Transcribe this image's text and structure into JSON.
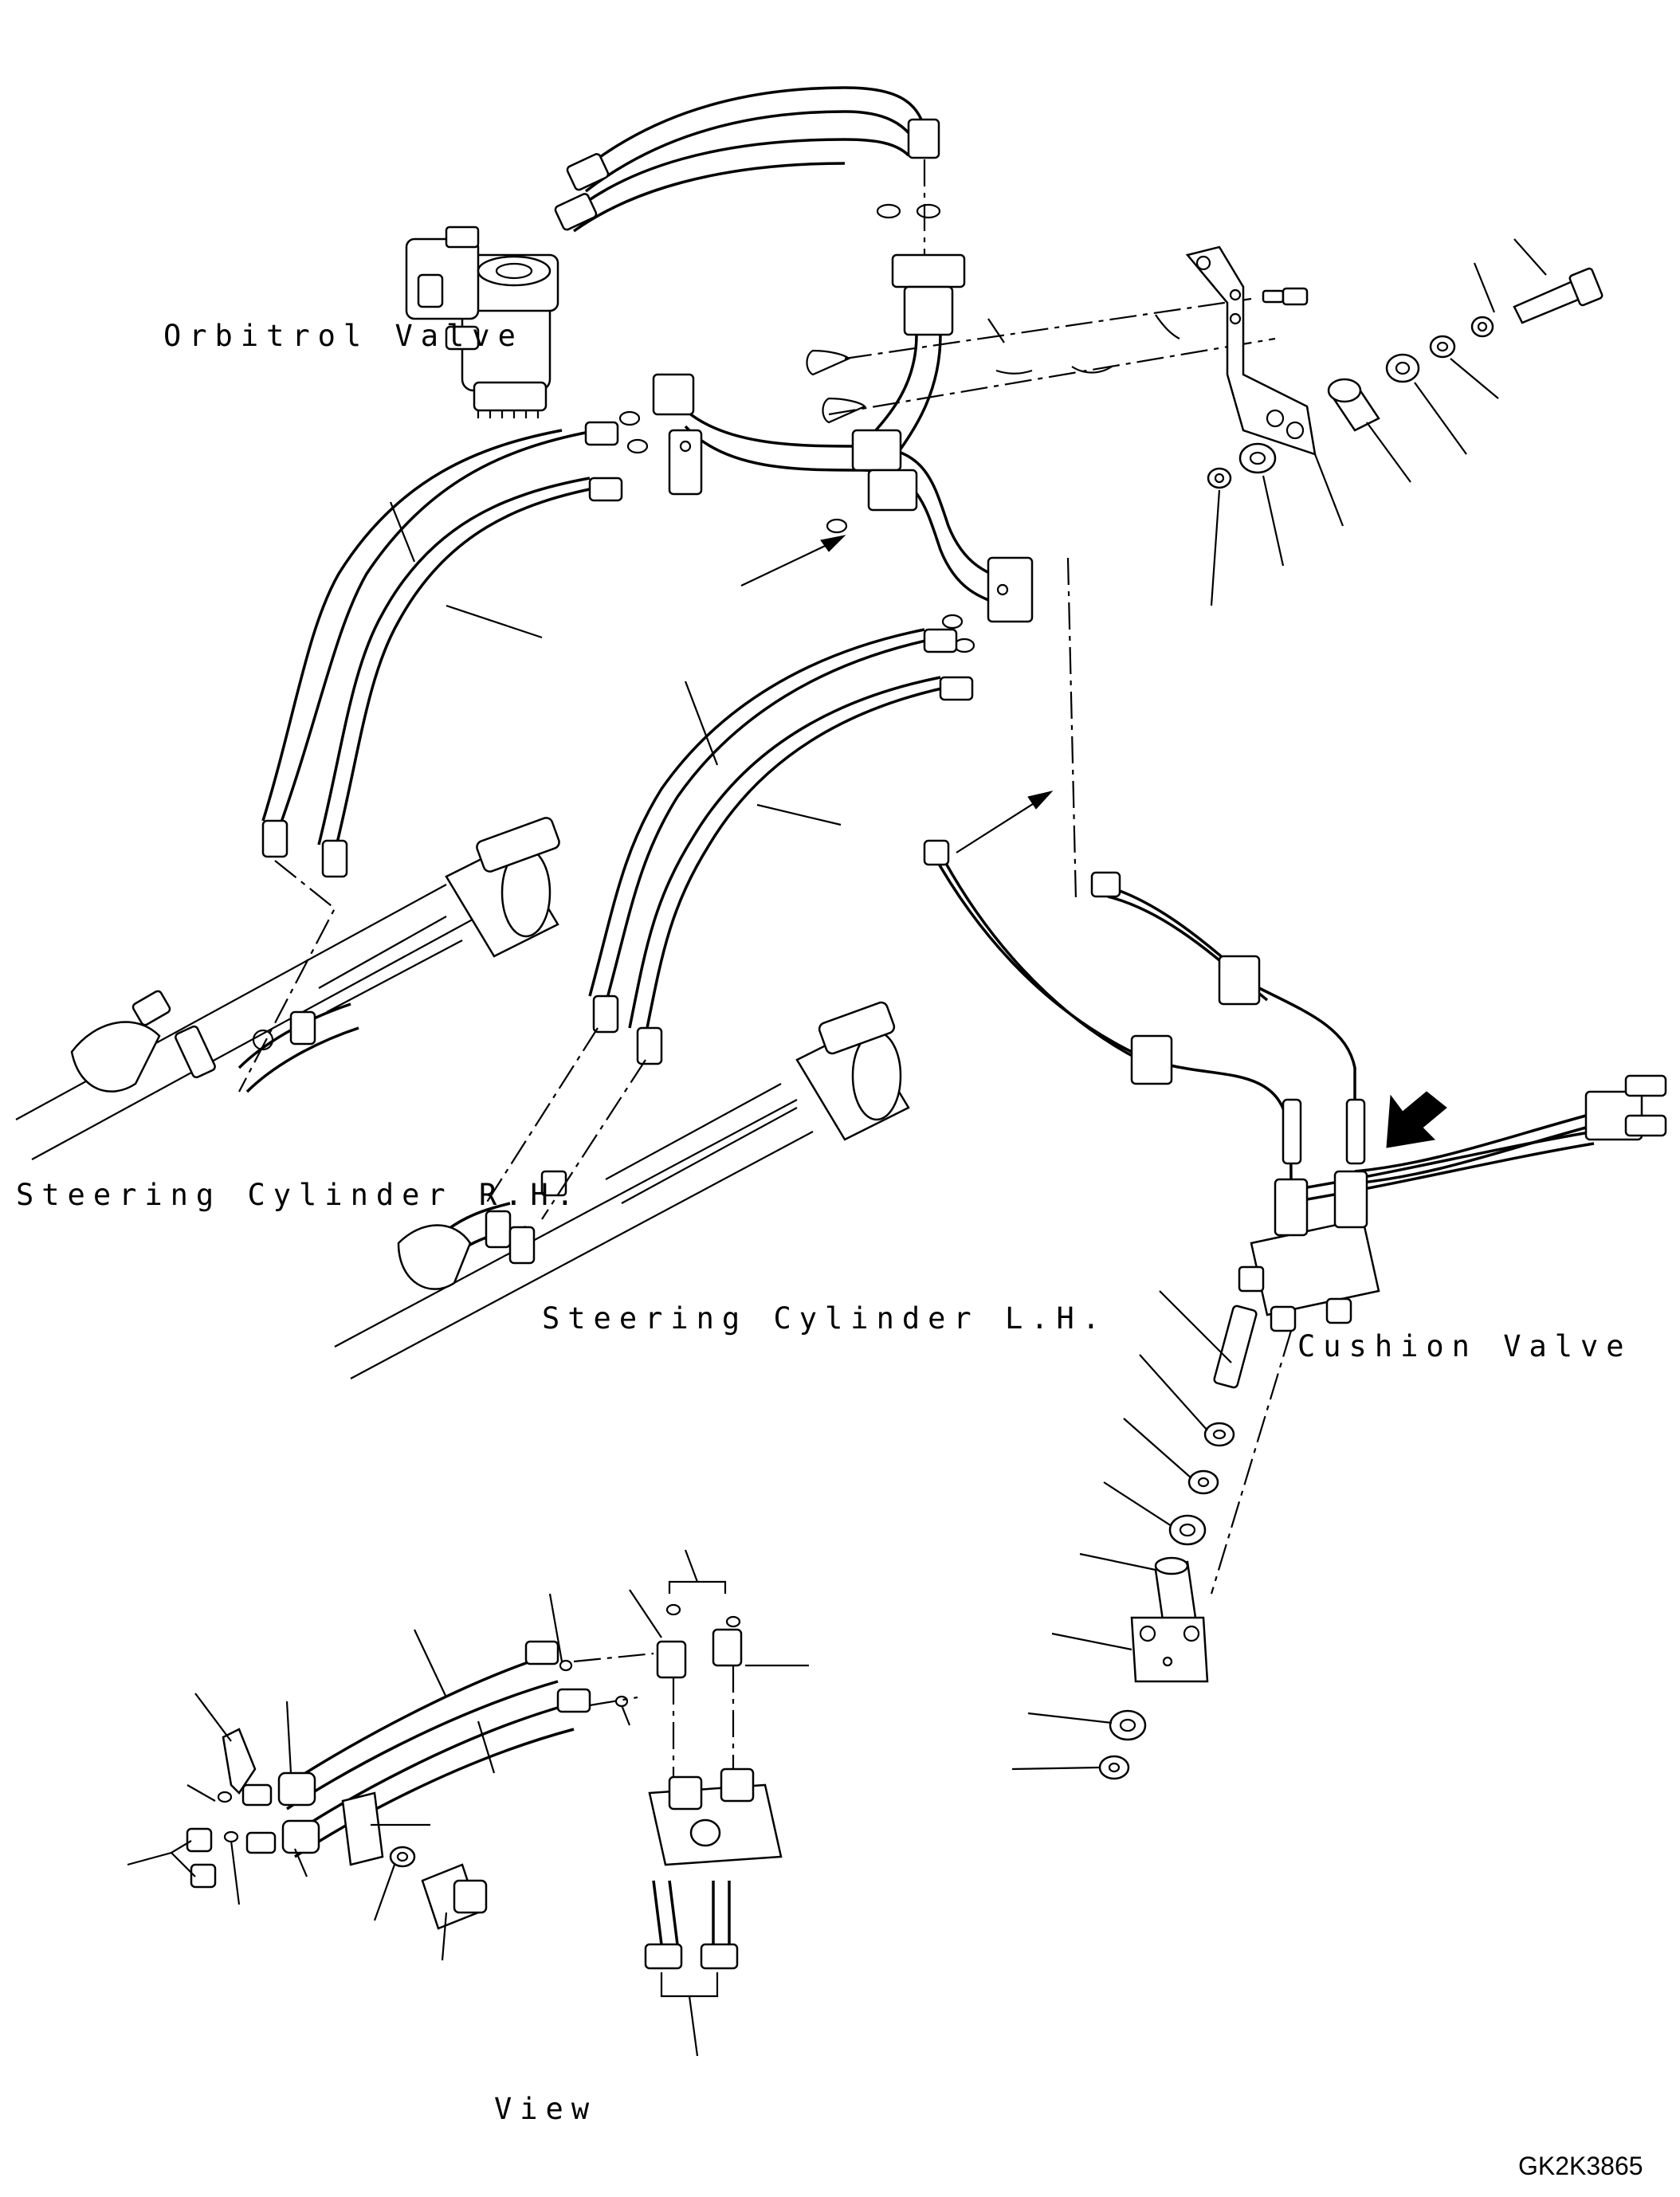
{
  "labels": {
    "orbitrol_valve": "Orbitrol Valve",
    "steering_cylinder_rh": "Steering Cylinder R.H.",
    "steering_cylinder_lh": "Steering Cylinder L.H.",
    "cushion_valve": "Cushion Valve",
    "view": "View",
    "drawing_code": "GK2K3865"
  }
}
